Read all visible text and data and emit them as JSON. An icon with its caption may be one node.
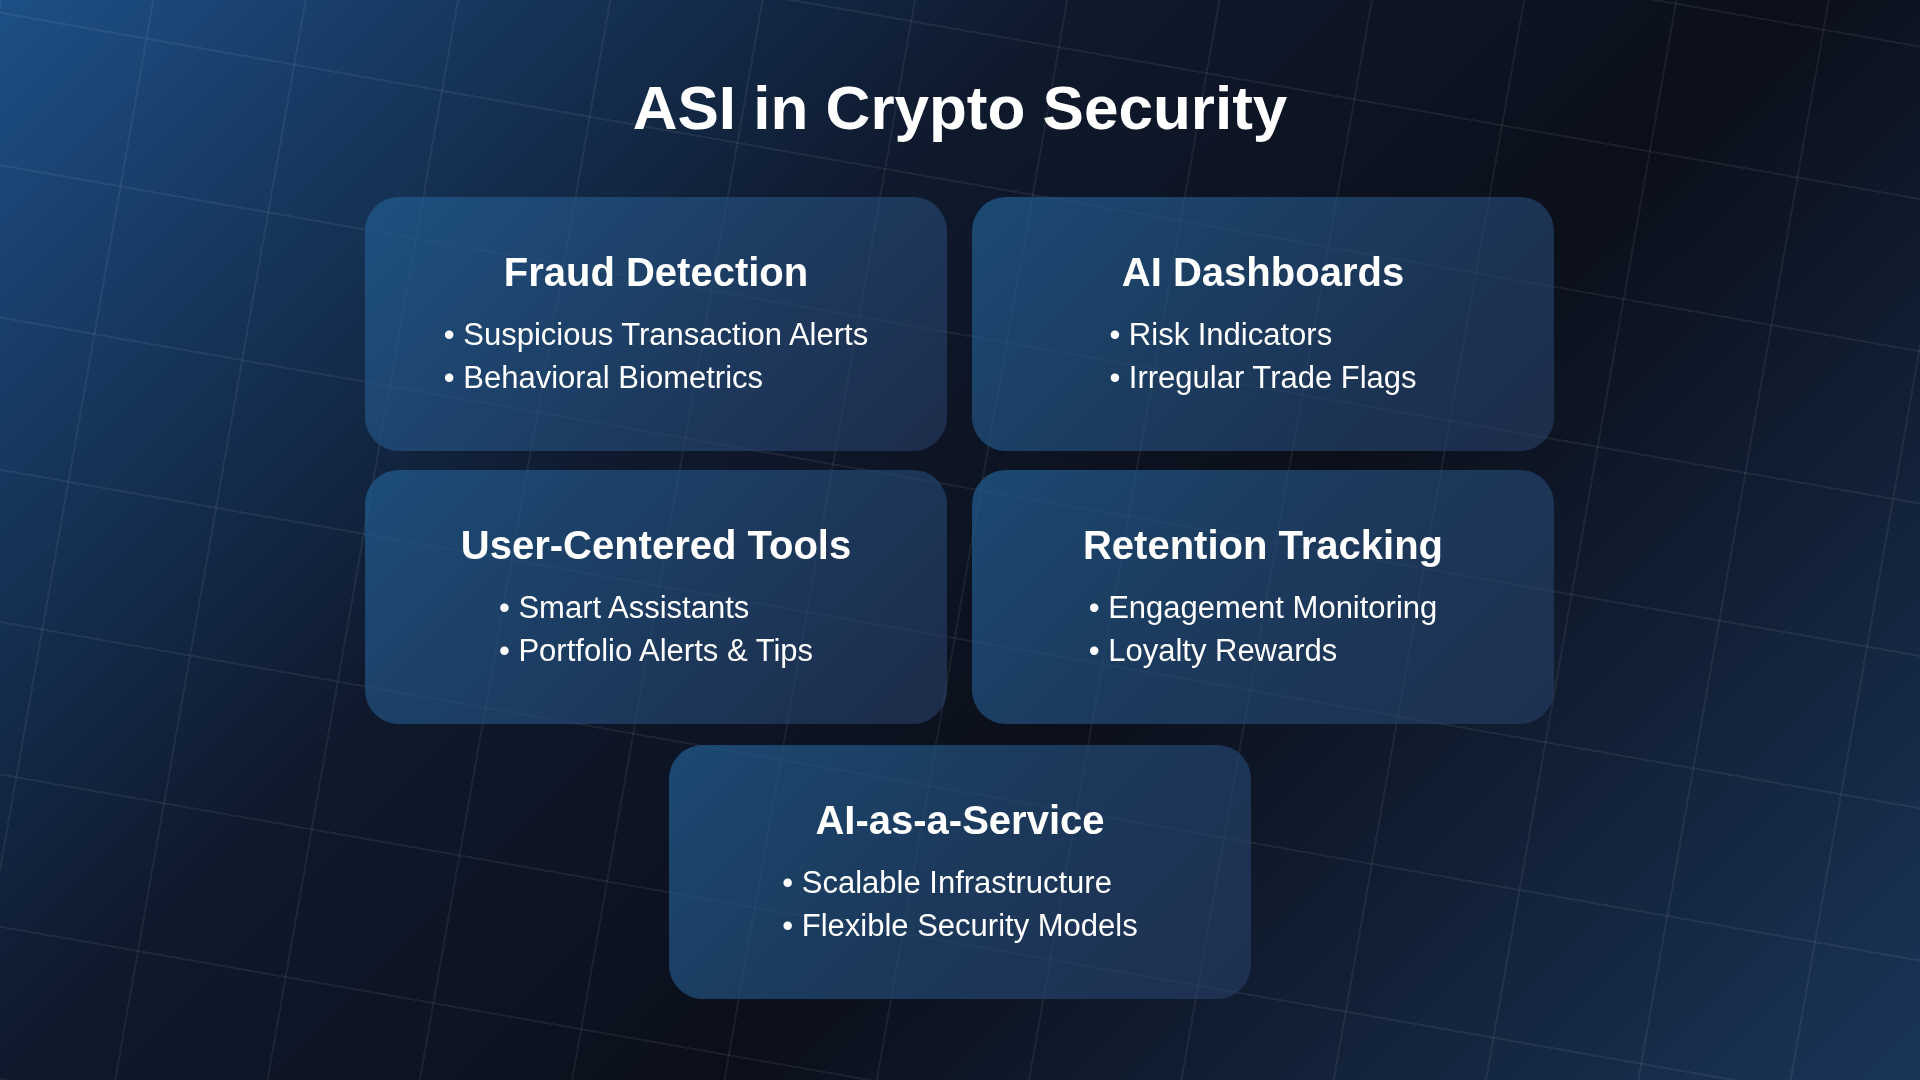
{
  "diagram": {
    "title": "ASI in Crypto Security",
    "nodes": [
      {
        "text": [
          "Fraud Detection",
          "• Suspicious Transaction Alerts",
          "• Behavioral Biometrics"
        ]
      },
      {
        "text": [
          "AI Dashboards",
          "• Risk Indicators",
          "• Irregular Trade Flags"
        ]
      },
      {
        "text": [
          "User-Centered Tools",
          "• Smart Assistants",
          "• Portfolio Alerts & Tips"
        ]
      },
      {
        "text": [
          "Retention Tracking",
          "• Engagement Monitoring",
          "• Loyalty Rewards"
        ]
      },
      {
        "text": [
          "AI-as-a-Service",
          "• Scalable Infrastructure",
          "• Flexible Security Models"
        ]
      }
    ]
  }
}
